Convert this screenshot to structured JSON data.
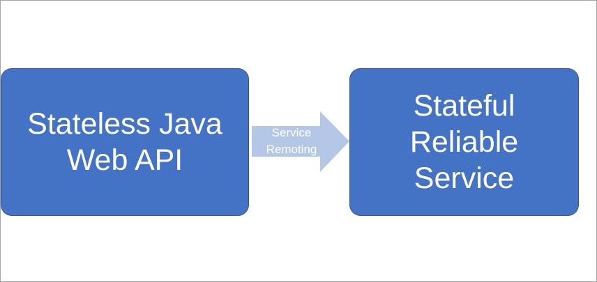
{
  "diagram": {
    "left_box": {
      "label": "Stateless Java\nWeb API"
    },
    "connector": {
      "label": "Service\nRemoting"
    },
    "right_box": {
      "label": "Stateful\nReliable\nService"
    },
    "colors": {
      "box_fill": "#4472c4",
      "box_border": "#2f5597",
      "arrow_fill": "#b4c7e7",
      "text": "#ffffff"
    }
  }
}
